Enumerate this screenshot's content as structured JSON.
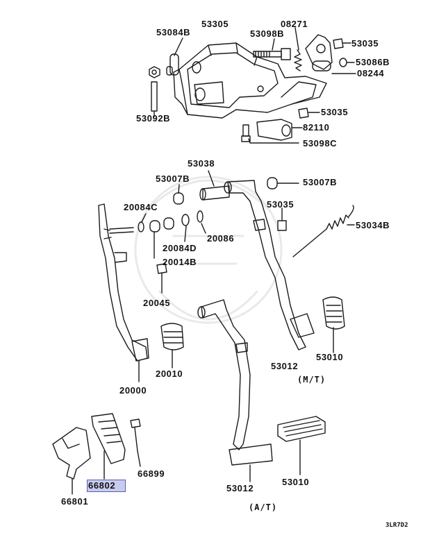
{
  "labels": {
    "p53084B": "53084B",
    "p53305": "53305",
    "p08271": "08271",
    "p53098B": "53098B",
    "p53035a": "53035",
    "p53086B": "53086B",
    "p08244": "08244",
    "p53092B": "53092B",
    "p53035b": "53035",
    "p82110": "82110",
    "p53098C": "53098C",
    "p53038": "53038",
    "p53007Ba": "53007B",
    "p53007Bb": "53007B",
    "p20084C": "20084C",
    "p53035c": "53035",
    "p53034B": "53034B",
    "p20086": "20086",
    "p20084D": "20084D",
    "p20014B": "20014B",
    "p20045": "20045",
    "p20010": "20010",
    "p20000": "20000",
    "p53012mt": "53012",
    "p53010mt": "53010",
    "p66899": "66899",
    "p66802": "66802",
    "p66801": "66801",
    "p53012at": "53012",
    "p53010at": "53010"
  },
  "notes": {
    "mt": "(M/T)",
    "at": "(A/T)"
  },
  "code": "3LR7D2",
  "highlight_color": "#c7cbee"
}
